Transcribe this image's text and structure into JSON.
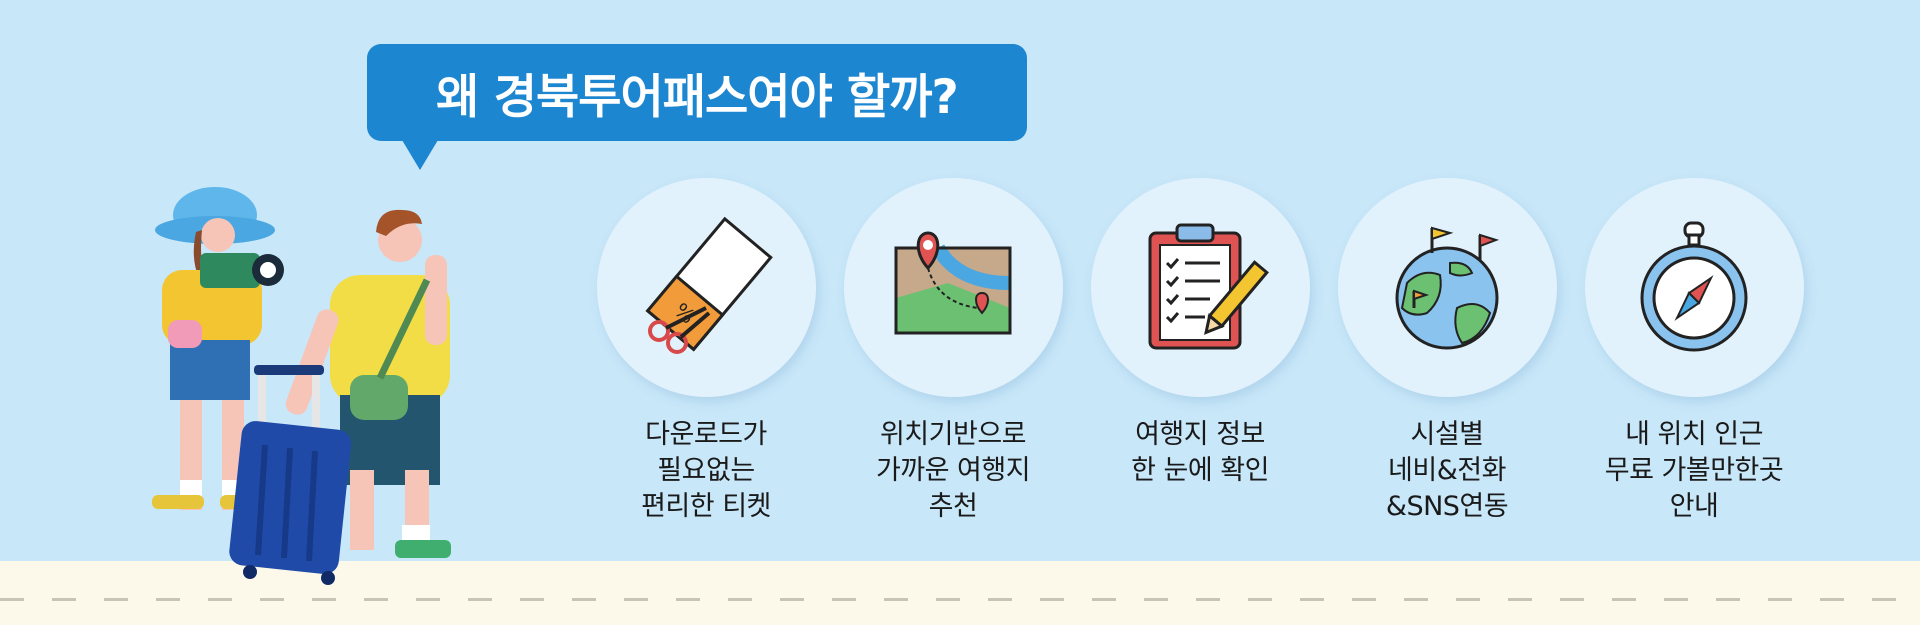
{
  "headline": "왜 경북투어패스여야 할까?",
  "features": [
    {
      "icon": "ticket-scissors-icon",
      "label": "다운로드가\n필요없는\n편리한 티켓"
    },
    {
      "icon": "map-pin-icon",
      "label": "위치기반으로\n가까운 여행지\n추천"
    },
    {
      "icon": "clipboard-checklist-icon",
      "label": "여행지 정보\n한 눈에 확인"
    },
    {
      "icon": "globe-flags-icon",
      "label": "시설별\n네비&전화\n&SNS연동"
    },
    {
      "icon": "compass-icon",
      "label": "내 위치 인근\n무료 가볼만한곳\n안내"
    }
  ],
  "colors": {
    "background": "#c8e7f9",
    "bubble": "#1d86d1",
    "ground": "#fdf9ea"
  }
}
